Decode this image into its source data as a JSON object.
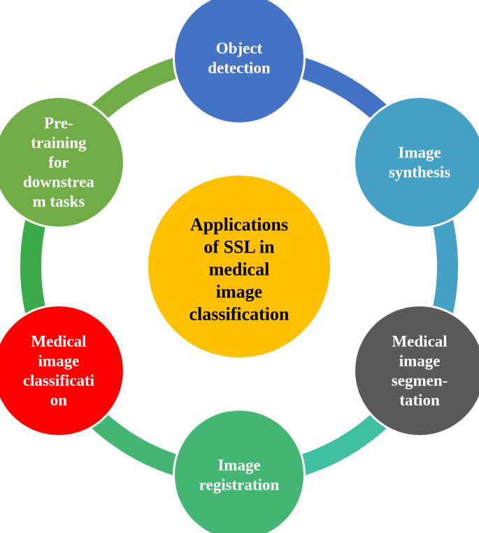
{
  "center": {
    "lines": [
      "Applications",
      "of SSL in",
      "medical",
      "image",
      "classification"
    ],
    "color": "#FFC000",
    "text_color": "#000000"
  },
  "nodes": [
    {
      "id": "object-detection",
      "lines": [
        "Object",
        "detection"
      ],
      "color": "#4472C4"
    },
    {
      "id": "image-synthesis",
      "lines": [
        "Image",
        "synthesis"
      ],
      "color": "#44A0C4"
    },
    {
      "id": "medical-image-segmentation",
      "lines": [
        "Medical",
        "image",
        "segmen-",
        "tation"
      ],
      "color": "#595959"
    },
    {
      "id": "image-registration",
      "lines": [
        "Image",
        "registration"
      ],
      "color": "#44B673"
    },
    {
      "id": "medical-image-classification",
      "lines": [
        "Medical",
        "image",
        "classificati",
        "on"
      ],
      "color": "#FF0000"
    },
    {
      "id": "pre-training-downstream",
      "lines": [
        "Pre-",
        "training",
        "for",
        "downstrea",
        "m tasks"
      ],
      "color": "#70AD47"
    }
  ],
  "connectors": [
    {
      "from": "object-detection",
      "to": "image-synthesis",
      "color": "#4472C4"
    },
    {
      "from": "image-synthesis",
      "to": "medical-image-segmentation",
      "color": "#44A0C4"
    },
    {
      "from": "medical-image-segmentation",
      "to": "image-registration",
      "color": "#3FBFA0"
    },
    {
      "from": "image-registration",
      "to": "medical-image-classification",
      "color": "#44B673"
    },
    {
      "from": "medical-image-classification",
      "to": "pre-training-downstream",
      "color": "#3BAA48"
    },
    {
      "from": "pre-training-downstream",
      "to": "object-detection",
      "color": "#70AD47"
    }
  ]
}
